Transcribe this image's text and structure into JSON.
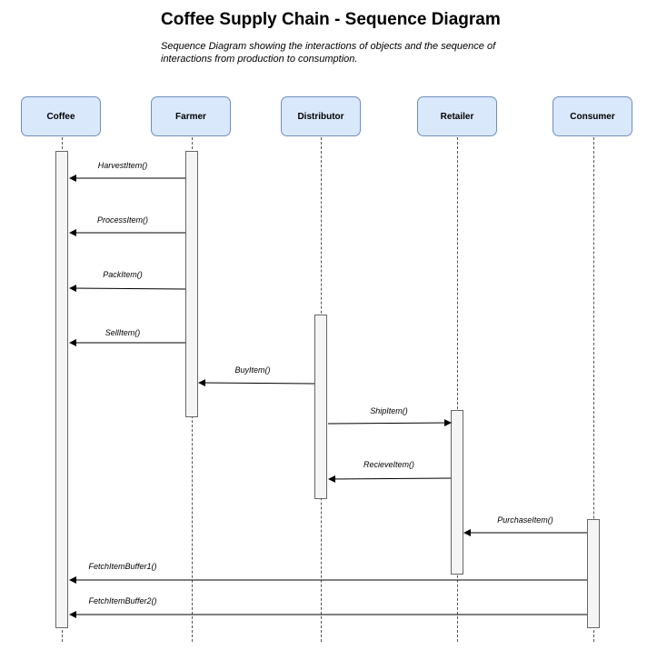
{
  "diagram": {
    "title": "Coffee Supply Chain - Sequence Diagram",
    "subtitle": "Sequence Diagram showing the interactions of objects and the sequence of interactions from production to consumption."
  },
  "participants": [
    {
      "id": "coffee",
      "label": "Coffee"
    },
    {
      "id": "farmer",
      "label": "Farmer"
    },
    {
      "id": "distributor",
      "label": "Distributor"
    },
    {
      "id": "retailer",
      "label": "Retailer"
    },
    {
      "id": "consumer",
      "label": "Consumer"
    }
  ],
  "messages": [
    {
      "label": "HarvestItem()",
      "from": "farmer",
      "to": "coffee"
    },
    {
      "label": "ProcessItem()",
      "from": "farmer",
      "to": "coffee"
    },
    {
      "label": "PackItem()",
      "from": "farmer",
      "to": "coffee"
    },
    {
      "label": "SellItem()",
      "from": "farmer",
      "to": "coffee"
    },
    {
      "label": "BuyItem()",
      "from": "distributor",
      "to": "farmer"
    },
    {
      "label": "ShipItem()",
      "from": "distributor",
      "to": "retailer"
    },
    {
      "label": "RecieveItem()",
      "from": "retailer",
      "to": "distributor"
    },
    {
      "label": "PurchaseItem()",
      "from": "consumer",
      "to": "retailer"
    },
    {
      "label": "FetchItemBuffer1()",
      "from": "consumer",
      "to": "coffee"
    },
    {
      "label": "FetchItemBuffer2()",
      "from": "consumer",
      "to": "coffee"
    }
  ]
}
